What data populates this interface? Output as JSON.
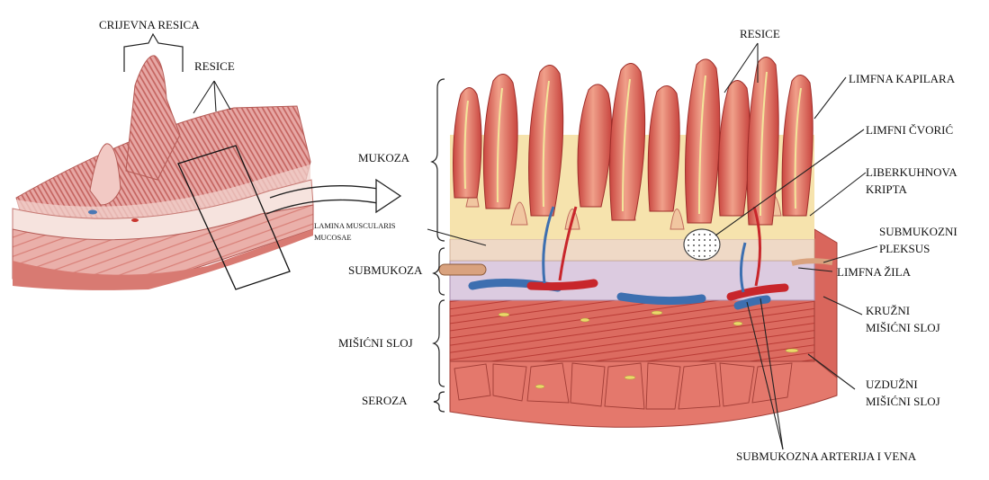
{
  "labels": {
    "crijevna_resica": "CRIJEVNA RESICA",
    "resice_left": "RESICE",
    "resice_top": "RESICE",
    "mukoza": "MUKOZA",
    "lamina_1": "LAMINA MUSCULARIS",
    "lamina_2": "MUCOSAE",
    "submukoza": "SUBMUKOZA",
    "misicni_sloj": "MIŠIĆNI SLOJ",
    "seroza": "SEROZA",
    "limfna_kapilara": "LIMFNA KAPILARA",
    "limfni_cvoric": "LIMFNI ČVORIĆ",
    "liberkuhnova_1": "LIBERKUHNOVA",
    "liberkuhnova_2": "KRIPTA",
    "submukozni_1": "SUBMUKOZNI",
    "submukozni_2": "PLEKSUS",
    "limfna_zila": "LIMFNA ŽILA",
    "kruzni_1": "KRUŽNI",
    "kruzni_2": "MIŠIĆNI SLOJ",
    "uzduzni_1": "UZDUŽNI",
    "uzduzni_2": "MIŠIĆNI SLOJ",
    "submukozna_arterija": "SUBMUKOZNA ARTERIJA I VENA"
  },
  "colors": {
    "tissue_pink": "#e8a0a0",
    "villus_red": "#d9605a",
    "mucosa_cream": "#f7e6b0",
    "submucosa_lilac": "#d9c7de",
    "muscle_red": "#d8584f",
    "artery": "#c8262b",
    "vein": "#3d6fb0",
    "lymph": "#e9dc7a"
  }
}
